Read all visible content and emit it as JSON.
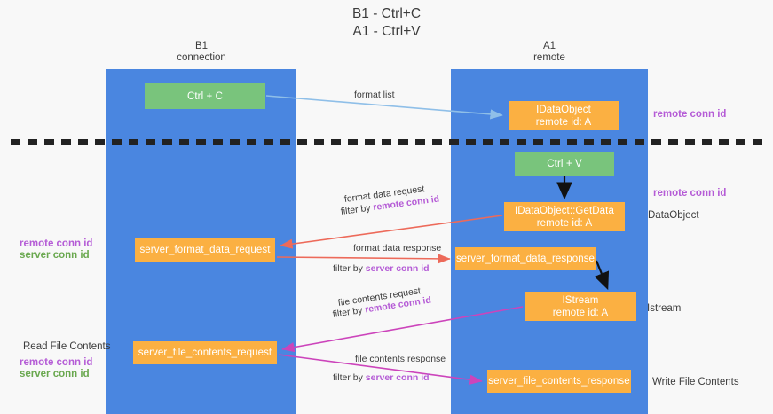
{
  "title": "B1 - Ctrl+C\nA1 - Ctrl+V",
  "lanes": [
    {
      "id": "b1",
      "header": "B1\nconnection"
    },
    {
      "id": "a1",
      "header": "A1\nremote"
    }
  ],
  "nodes": {
    "ctrl_c": "Ctrl + C",
    "idataobject": "IDataObject\nremote id: A",
    "ctrl_v": "Ctrl + V",
    "getdata": "IDataObject::GetData\nremote id: A",
    "server_format_data_request": "server_format_data_request",
    "server_format_data_response": "server_format_data_response",
    "istream": "IStream\nremote id: A",
    "server_file_contents_request": "server_file_contents_request",
    "server_file_contents_response": "server_file_contents_response"
  },
  "edge_labels": {
    "format_list": "format list",
    "format_data_request": "format data request",
    "format_data_request_filter_prefix": "filter by ",
    "format_data_request_filter_key": "remote conn id",
    "format_data_response": "format data response",
    "format_data_response_filter_prefix": "filter by ",
    "format_data_response_filter_key": "server conn id",
    "file_contents_request": "file contents request",
    "file_contents_request_filter_prefix": "filter by ",
    "file_contents_request_filter_key": "remote conn id",
    "file_contents_response": "file contents response",
    "file_contents_response_filter_prefix": "filter by ",
    "file_contents_response_filter_key": "server conn id"
  },
  "annotations": {
    "right_remote_conn_id_top": "remote conn id",
    "right_remote_conn_id_mid": "remote conn id",
    "right_dataobject": "DataObject",
    "right_istream": "Istream",
    "right_write_file_contents": "Write File Contents",
    "left_remote_conn_id_mid": "remote conn id",
    "left_server_conn_id_mid": "server conn id",
    "left_read_file_contents": "Read File Contents",
    "left_remote_conn_id_bottom": "remote conn id",
    "left_server_conn_id_bottom": "server conn id"
  },
  "colors": {
    "lane": "#4a86e0",
    "green_node": "#79c47c",
    "orange_node": "#fbb042",
    "accent_purple": "#b55cd6",
    "accent_green": "#6aa84f",
    "wire_format_list": "#8fbfe8",
    "wire_format_data": "#ed6a5a",
    "wire_file_contents": "#cc44bb",
    "wire_black": "#111111",
    "background": "#f8f8f8"
  }
}
